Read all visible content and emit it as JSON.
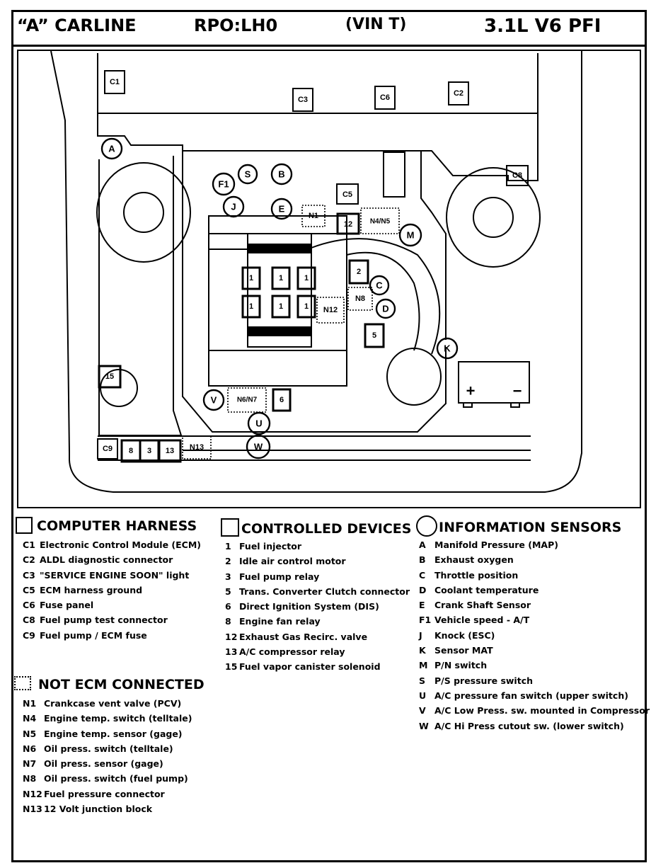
{
  "header": {
    "carline": "“A” CARLINE",
    "rpo": "RPO:LH0",
    "vin": "(VIN T)",
    "engine": "3.1L  V6 PFI"
  },
  "diagram_labels": {
    "C1": "C1",
    "C2": "C2",
    "C3": "C3",
    "C6": "C6",
    "C8": "C8",
    "C9": "C9",
    "CS": "C5",
    "A": "A",
    "S": "S",
    "B": "B",
    "F1": "F1",
    "J": "J",
    "E": "E",
    "M": "M",
    "C": "C",
    "D": "D",
    "K": "K",
    "V": "V",
    "U": "U",
    "W": "W",
    "N1": "N1",
    "N4N5": "N4/N5",
    "N8": "N8",
    "N12": "N12",
    "N6N7": "N6/N7",
    "N13": "N13",
    "d1": "1",
    "d2": "2",
    "d3": "3",
    "d5": "5",
    "d6": "6",
    "d8": "8",
    "d12": "12",
    "d13": "13",
    "d15": "15",
    "plus": "+",
    "minus": "−"
  },
  "legend": {
    "computer_harness": {
      "title": "COMPUTER HARNESS",
      "items": [
        {
          "code": "C1",
          "text": "Electronic Control Module (ECM)"
        },
        {
          "code": "C2",
          "text": "ALDL diagnostic connector"
        },
        {
          "code": "C3",
          "text": "\"SERVICE ENGINE SOON\" light"
        },
        {
          "code": "C5",
          "text": "ECM harness ground"
        },
        {
          "code": "C6",
          "text": "Fuse panel"
        },
        {
          "code": "C8",
          "text": "Fuel pump test connector"
        },
        {
          "code": "C9",
          "text": "Fuel pump / ECM fuse"
        }
      ]
    },
    "not_ecm": {
      "title": "NOT ECM CONNECTED",
      "items": [
        {
          "code": "N1",
          "text": "Crankcase vent valve (PCV)"
        },
        {
          "code": "N4",
          "text": "Engine temp. switch (telltale)"
        },
        {
          "code": "N5",
          "text": "Engine temp. sensor (gage)"
        },
        {
          "code": "N6",
          "text": "Oil press. switch (telltale)"
        },
        {
          "code": "N7",
          "text": "Oil press. sensor (gage)"
        },
        {
          "code": "N8",
          "text": "Oil press. switch (fuel pump)"
        },
        {
          "code": "N12",
          "text": "Fuel  pressure connector"
        },
        {
          "code": "N13",
          "text": "12 Volt junction block"
        }
      ]
    },
    "controlled_devices": {
      "title": "CONTROLLED DEVICES",
      "items": [
        {
          "code": "1",
          "text": "Fuel injector"
        },
        {
          "code": "2",
          "text": "Idle air control motor"
        },
        {
          "code": "3",
          "text": "Fuel pump relay"
        },
        {
          "code": "5",
          "text": "Trans. Converter Clutch connector"
        },
        {
          "code": "6",
          "text": "Direct Ignition System  (DIS)"
        },
        {
          "code": "8",
          "text": "Engine fan relay"
        },
        {
          "code": "12",
          "text": "Exhaust Gas Recirc. valve"
        },
        {
          "code": "13",
          "text": "A/C compressor relay"
        },
        {
          "code": "15",
          "text": "Fuel vapor canister solenoid"
        }
      ]
    },
    "information_sensors": {
      "title": "INFORMATION SENSORS",
      "items": [
        {
          "code": "A",
          "text": "Manifold Pressure (MAP)"
        },
        {
          "code": "B",
          "text": "Exhaust oxygen"
        },
        {
          "code": "C",
          "text": "Throttle position"
        },
        {
          "code": "D",
          "text": "Coolant temperature"
        },
        {
          "code": "E",
          "text": "Crank Shaft Sensor"
        },
        {
          "code": "F1",
          "text": "Vehicle speed - A/T"
        },
        {
          "code": "J",
          "text": "Knock (ESC)"
        },
        {
          "code": "K",
          "text": "Sensor MAT"
        },
        {
          "code": "M",
          "text": "P/N switch"
        },
        {
          "code": "S",
          "text": "P/S pressure switch"
        },
        {
          "code": "U",
          "text": "A/C pressure fan switch (upper switch)"
        },
        {
          "code": "V",
          "text": "A/C Low Press. sw. mounted in Compressor"
        },
        {
          "code": "W",
          "text": "A/C Hi Press cutout sw. (lower switch)"
        }
      ]
    }
  }
}
